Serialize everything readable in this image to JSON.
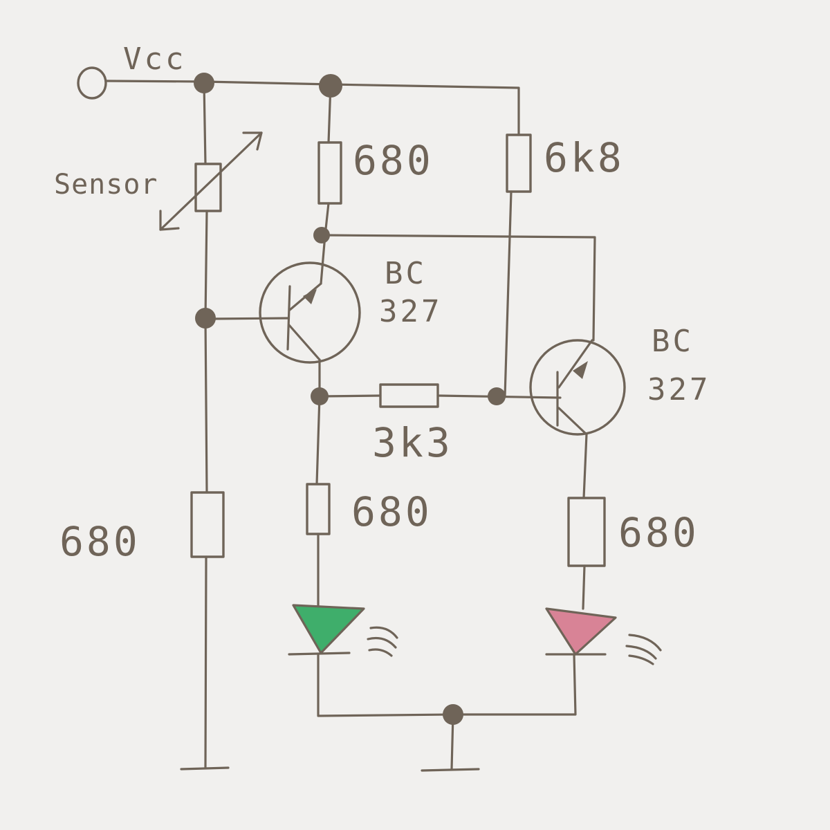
{
  "labels": {
    "vcc": "Vcc",
    "sensor": "Sensor",
    "r_top_mid": "680",
    "r_top_right": "6k8",
    "q1_line1": "BC",
    "q1_line2": "327",
    "q2_line1": "BC",
    "q2_line2": "327",
    "r_bridge": "3k3",
    "r_left_bottom": "680",
    "r_mid_bottom": "680",
    "r_right_bottom": "680"
  },
  "colors": {
    "ink": "#6f6458",
    "paper": "#f1f0ee",
    "led_green": "#3fae6b",
    "led_red": "#d88396"
  }
}
